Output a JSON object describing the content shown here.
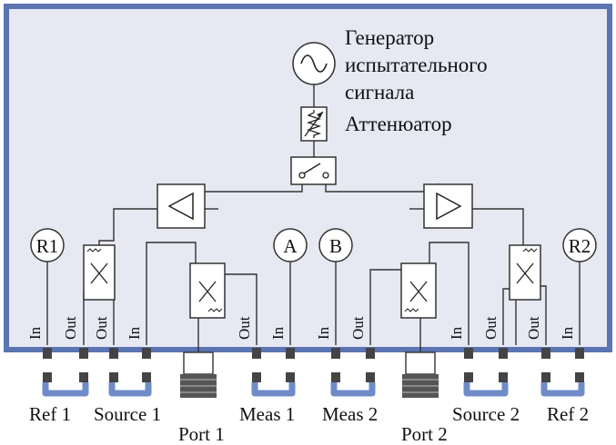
{
  "generator_lines": [
    "Генератор",
    "испытательного",
    "сигнала"
  ],
  "attenuator_label": "Аттенюатор",
  "receivers": {
    "r1": "R1",
    "a": "A",
    "b": "B",
    "r2": "R2"
  },
  "port_labels": {
    "in": "In",
    "out": "Out"
  },
  "bottom_labels": {
    "ref1": "Ref 1",
    "source1": "Source 1",
    "port1": "Port 1",
    "meas1": "Meas 1",
    "meas2": "Meas 2",
    "port2": "Port 2",
    "source2": "Source 2",
    "ref2": "Ref 2"
  },
  "colors": {
    "panel_fill": "#e6e8f2",
    "panel_border": "#5b74b2",
    "jumper": "#6f8cc9"
  }
}
